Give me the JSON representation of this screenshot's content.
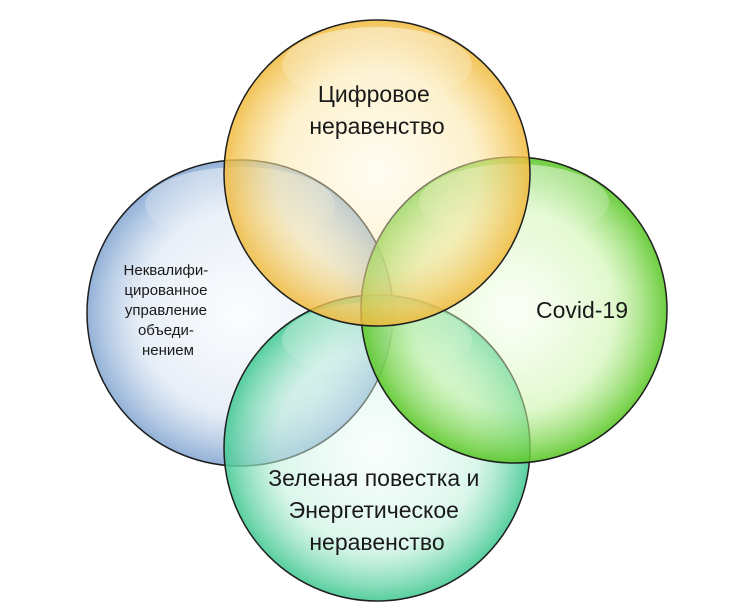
{
  "diagram": {
    "type": "venn",
    "circles": [
      {
        "id": "digital",
        "lines": [
          "Цифровое",
          "неравенство"
        ],
        "color": "#f2c14e"
      },
      {
        "id": "covid",
        "lines": [
          "Covid-19"
        ],
        "color": "#6ed13a"
      },
      {
        "id": "management",
        "lines": [
          "Неквалифи-",
          "цированное",
          "управление",
          "объеди-",
          "нением"
        ],
        "color": "#9ab8dc"
      },
      {
        "id": "green",
        "lines": [
          "Зеленая повестка и",
          "Энергетическое",
          "неравенство"
        ],
        "color": "#5fd3a6"
      }
    ]
  }
}
